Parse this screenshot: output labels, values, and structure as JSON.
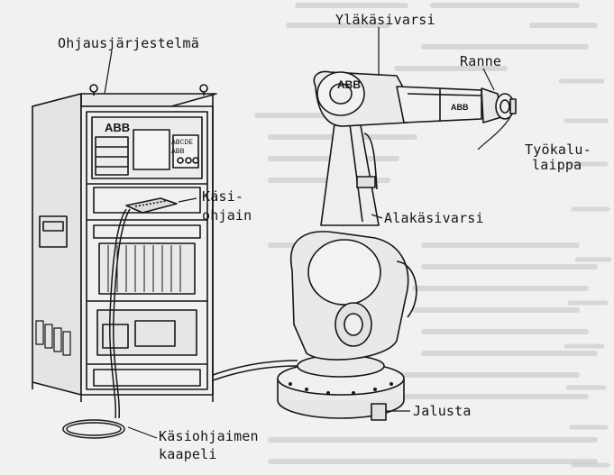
{
  "labels": {
    "control_system": "Ohjausjärjestelmä",
    "upper_arm": "Yläkäsivarsi",
    "wrist": "Ranne",
    "tool_flange_line1": "Työkalu-",
    "tool_flange_line2": "laippa",
    "teach_pendant_line1": "Käsi-",
    "teach_pendant_line2": "ohjain",
    "lower_arm": "Alakäsivarsi",
    "base": "Jalusta",
    "pendant_cable_line1": "Käsiohjaimen",
    "pendant_cable_line2": "kaapeli"
  },
  "brand": {
    "logo_cabinet": "ABB",
    "logo_upper_arm": "ABB",
    "logo_forearm": "ABB",
    "panel_text_1": "ABCDE",
    "panel_text_2": "ABB"
  },
  "colors": {
    "paper": "#f1f1ef",
    "ink": "#161616",
    "background_text": "#b8b8b6"
  }
}
